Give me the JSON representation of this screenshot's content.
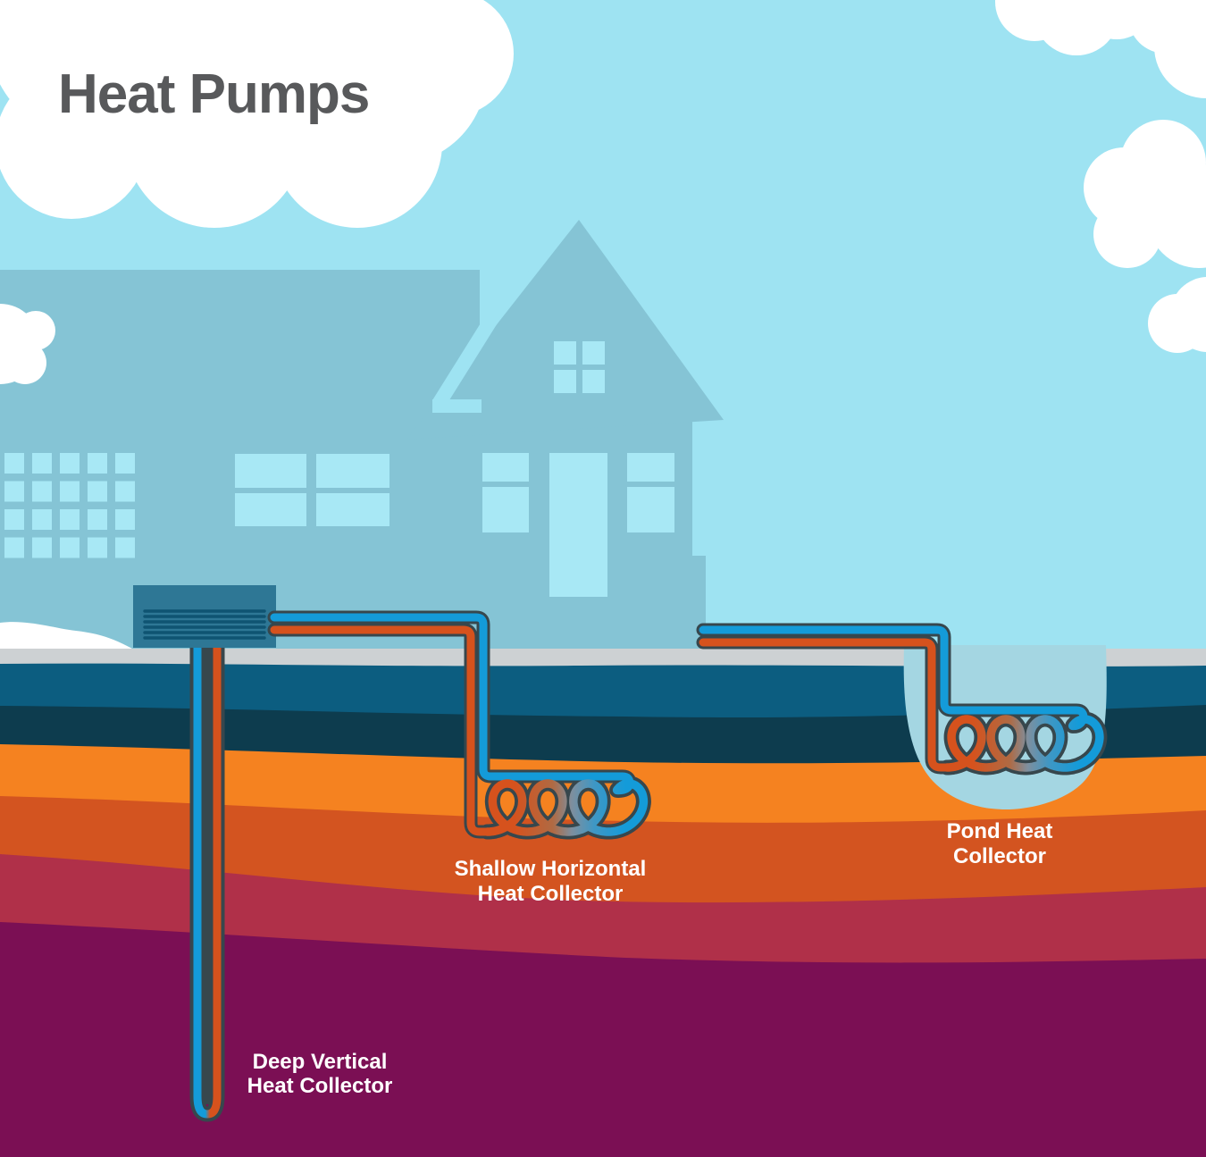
{
  "title": "Heat Pumps",
  "labels": {
    "deep_vertical": {
      "line1": "Deep Vertical",
      "line2": "Heat Collector"
    },
    "shallow_horizontal": {
      "line1": "Shallow Horizontal",
      "line2": "Heat Collector"
    },
    "pond": {
      "line1": "Pond Heat",
      "line2": "Collector"
    }
  },
  "colors": {
    "sky": "#9ee3f2",
    "cloud": "#ffffff",
    "house": "#85c4d5",
    "house_window": "#a8e8f5",
    "title_text": "#58595b",
    "label_text": "#ffffff",
    "pipe_blue": "#149bd9",
    "pipe_orange": "#d6521d",
    "pipe_outline": "#37474d",
    "pump_unit": "#2e7795",
    "pump_vents": "#0f5472",
    "pond_water": "#a4d6e2",
    "soil_layers": [
      {
        "name": "surface-gray",
        "hex": "#cdd1d3"
      },
      {
        "name": "topsoil-teal",
        "hex": "#0c5d80"
      },
      {
        "name": "subsoil-navy",
        "hex": "#0d3c4e"
      },
      {
        "name": "soil-orange",
        "hex": "#f58220"
      },
      {
        "name": "soil-dark-orange",
        "hex": "#d35420"
      },
      {
        "name": "soil-crimson",
        "hex": "#b03049"
      },
      {
        "name": "bedrock-purple",
        "hex": "#7b0f54"
      }
    ]
  }
}
